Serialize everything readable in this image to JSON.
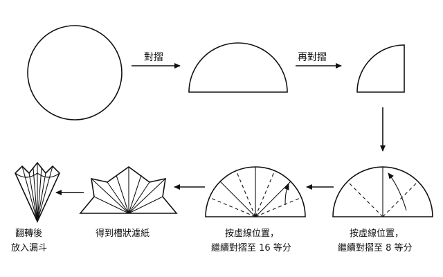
{
  "labels": {
    "fold_once": "對摺",
    "fold_again": "再對摺",
    "fold_to_8": [
      "按虛線位置，",
      "繼續對摺至 8 等分"
    ],
    "fold_to_16": [
      "按虛線位置，",
      "繼續對摺至 16 等分"
    ],
    "grooved_paper": "得到槽狀濾紙",
    "into_funnel": [
      "翻轉後",
      "放入漏斗"
    ]
  },
  "colors": {
    "ink": "#111111",
    "background": "#ffffff"
  }
}
